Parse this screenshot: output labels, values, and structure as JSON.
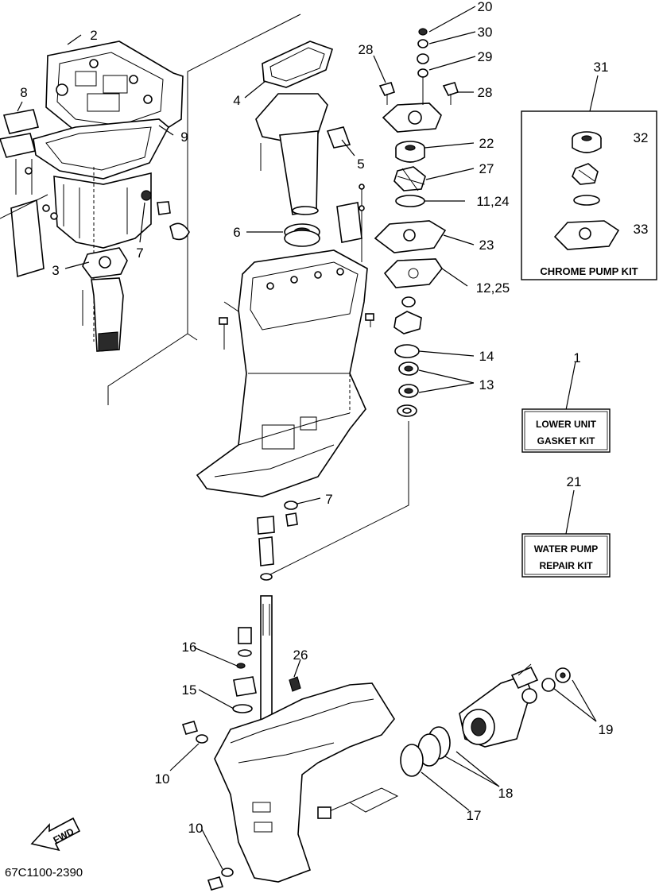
{
  "callouts": {
    "c1": "1",
    "c2": "2",
    "c3": "3",
    "c4": "4",
    "c5": "5",
    "c6": "6",
    "c7a": "7",
    "c7b": "7",
    "c8": "8",
    "c9": "9",
    "c10a": "10",
    "c10b": "10",
    "c11_24": "11,24",
    "c12_25": "12,25",
    "c13": "13",
    "c14": "14",
    "c15": "15",
    "c16": "16",
    "c17": "17",
    "c18": "18",
    "c19": "19",
    "c20": "20",
    "c21": "21",
    "c22": "22",
    "c23": "23",
    "c26": "26",
    "c27": "27",
    "c28a": "28",
    "c28b": "28",
    "c29": "29",
    "c30": "30",
    "c31": "31",
    "c32": "32",
    "c33": "33"
  },
  "kits": {
    "lower_unit_line1": "LOWER UNIT",
    "lower_unit_line2": "GASKET KIT",
    "water_pump_line1": "WATER PUMP",
    "water_pump_line2": "REPAIR KIT",
    "chrome_pump": "CHROME PUMP KIT"
  },
  "fwd_label": "FWD",
  "diagram_code": "67C1100-2390"
}
